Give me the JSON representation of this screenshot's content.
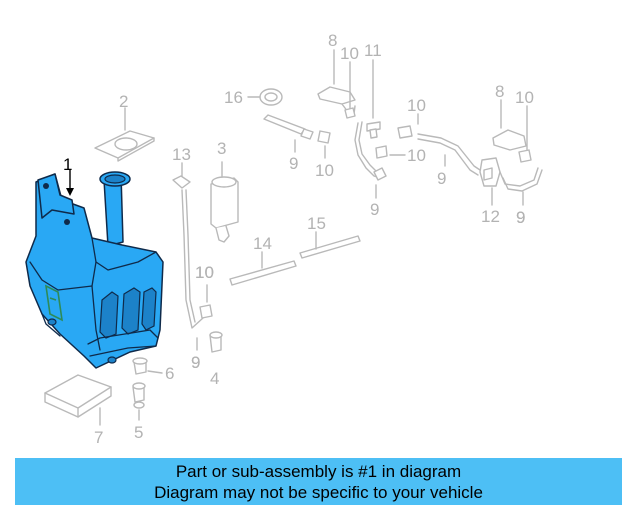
{
  "diagram": {
    "callouts": [
      "1",
      "2",
      "3",
      "4",
      "5",
      "6",
      "7",
      "8",
      "10",
      "11",
      "16",
      "10",
      "9",
      "10",
      "10",
      "9",
      "8",
      "10",
      "13",
      "9",
      "10",
      "9",
      "9",
      "12",
      "9",
      "14",
      "15",
      "10",
      "9"
    ],
    "highlighted_part": "1",
    "highlight_color": "#29a8f4"
  },
  "banner": {
    "line1": "Part or sub-assembly is #1 in diagram",
    "line2": "Diagram may not be specific to your vehicle",
    "background": "#4dbff5"
  }
}
